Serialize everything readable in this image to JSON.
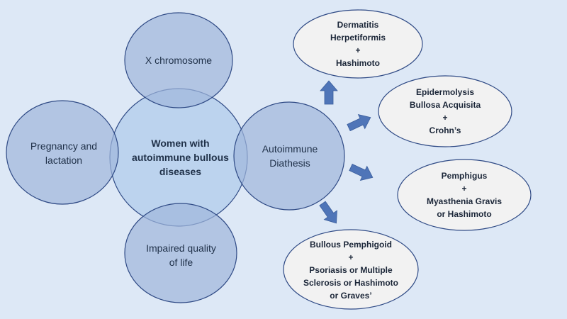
{
  "diagram": {
    "center": {
      "label": "Women with\nautoimmune bullous\ndiseases"
    },
    "satellites": {
      "top": {
        "label": "X chromosome"
      },
      "left": {
        "label": "Pregnancy and\nlactation"
      },
      "bottom": {
        "label": "Impaired quality\nof life"
      },
      "right": {
        "label": "Autoimmune\nDiathesis"
      }
    },
    "associations": [
      {
        "label": "Dermatitis\nHerpetiformis\n+\nHashimoto"
      },
      {
        "label": "Epidermolysis\nBullosa Acquisita\n+\nCrohn’s"
      },
      {
        "label": "Pemphigus\n+\nMyasthenia Gravis\nor Hashimoto"
      },
      {
        "label": "Bullous Pemphigoid\n+\nPsoriasis or Multiple\nSclerosis or Hashimoto\nor Graves’"
      }
    ]
  },
  "colors": {
    "background": "#dde8f6",
    "center_fill": "#bcd3ee",
    "satellite_fill": "#9fb6dc",
    "outline": "#2f4a85",
    "box_fill": "#f2f2f2",
    "arrow": "#4f75b8"
  }
}
